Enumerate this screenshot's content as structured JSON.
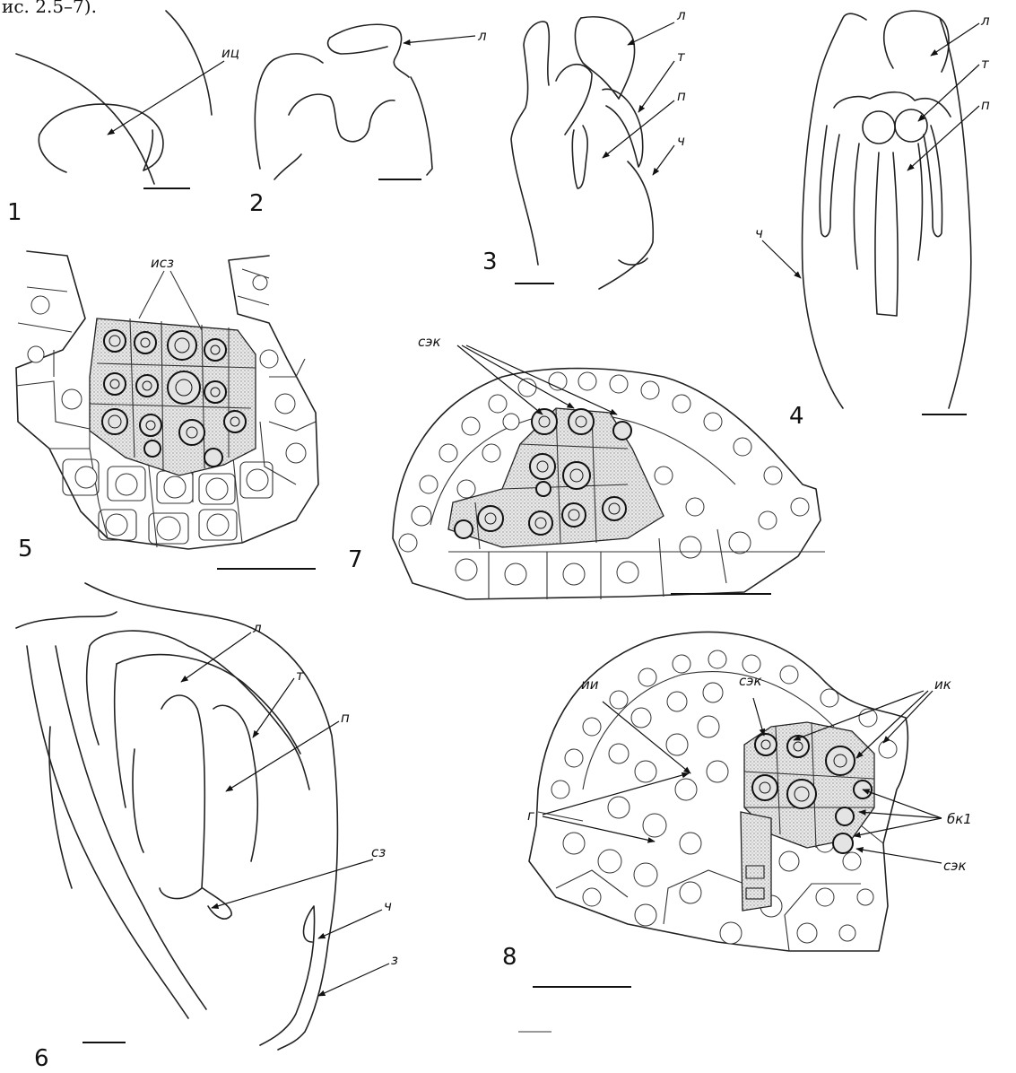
{
  "header_fragment": "ис. 2.5–7).",
  "panels": [
    {
      "number": "1",
      "labels": [
        "иц"
      ]
    },
    {
      "number": "2",
      "labels": [
        "л"
      ]
    },
    {
      "number": "3",
      "labels": [
        "л",
        "т",
        "п",
        "ч"
      ]
    },
    {
      "number": "4",
      "labels": [
        "л",
        "т",
        "п",
        "ч"
      ]
    },
    {
      "number": "5",
      "labels": [
        "исз"
      ]
    },
    {
      "number": "6",
      "labels": [
        "л",
        "т",
        "п",
        "сз",
        "ч",
        "з"
      ]
    },
    {
      "number": "7",
      "labels": [
        "сэк"
      ]
    },
    {
      "number": "8",
      "labels": [
        "ии",
        "сэк",
        "ик",
        "г",
        "бк1",
        "сэк"
      ]
    }
  ]
}
